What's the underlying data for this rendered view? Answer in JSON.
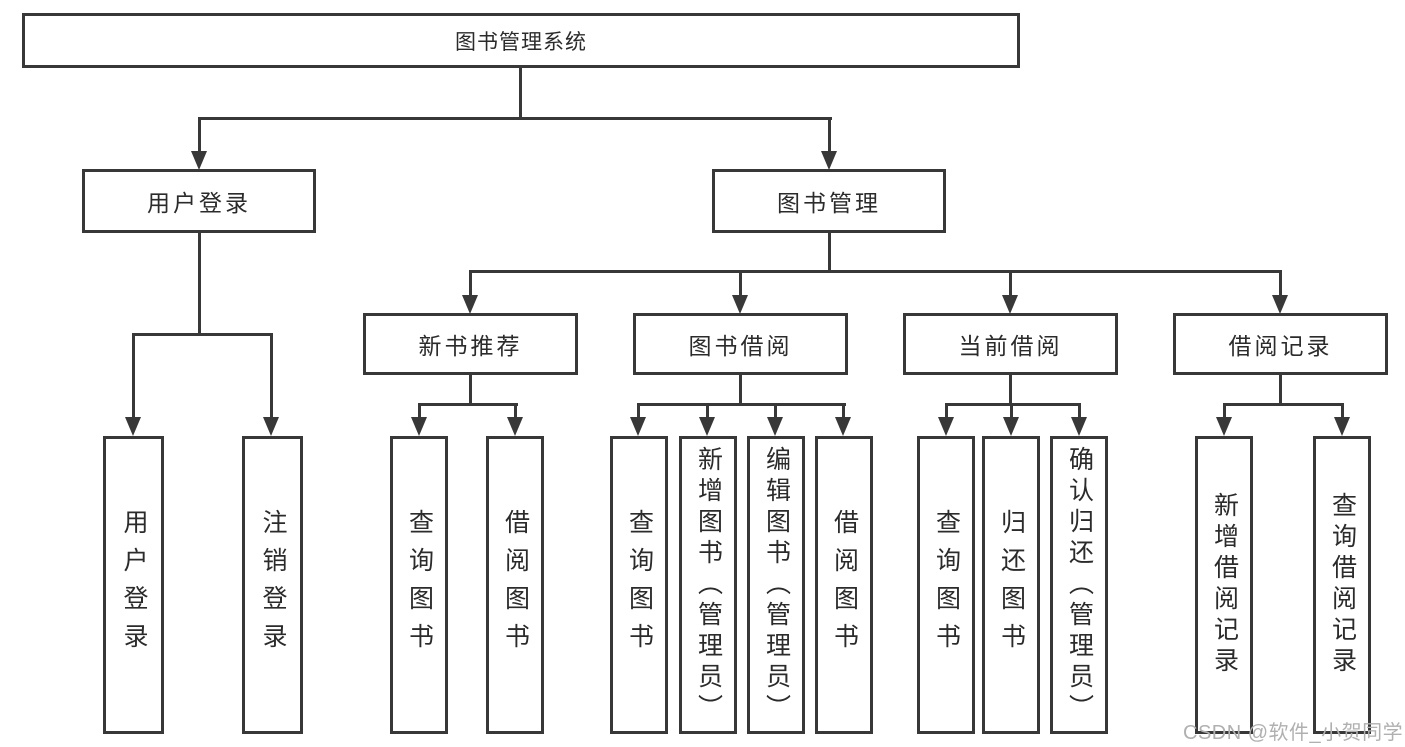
{
  "tree": {
    "root": {
      "label": "图书管理系统",
      "children": [
        {
          "label": "用户登录",
          "children": [
            {
              "label": "用户登录"
            },
            {
              "label": "注销登录"
            }
          ]
        },
        {
          "label": "图书管理",
          "children": [
            {
              "label": "新书推荐",
              "children": [
                {
                  "label": "查询图书"
                },
                {
                  "label": "借阅图书"
                }
              ]
            },
            {
              "label": "图书借阅",
              "children": [
                {
                  "label": "查询图书"
                },
                {
                  "label": "新增图书（管理员）"
                },
                {
                  "label": "编辑图书（管理员）"
                },
                {
                  "label": "借阅图书"
                }
              ]
            },
            {
              "label": "当前借阅",
              "children": [
                {
                  "label": "查询图书"
                },
                {
                  "label": "归还图书"
                },
                {
                  "label": "确认归还（管理员）"
                }
              ]
            },
            {
              "label": "借阅记录",
              "children": [
                {
                  "label": "新增借阅记录"
                },
                {
                  "label": "查询借阅记录"
                }
              ]
            }
          ]
        }
      ]
    }
  },
  "watermark": {
    "text": "CSDN @软件_小贺同学"
  },
  "colors": {
    "line": "#383838",
    "text": "#2b2b2b",
    "watermark": "#b0b0b0",
    "background": "#ffffff"
  }
}
